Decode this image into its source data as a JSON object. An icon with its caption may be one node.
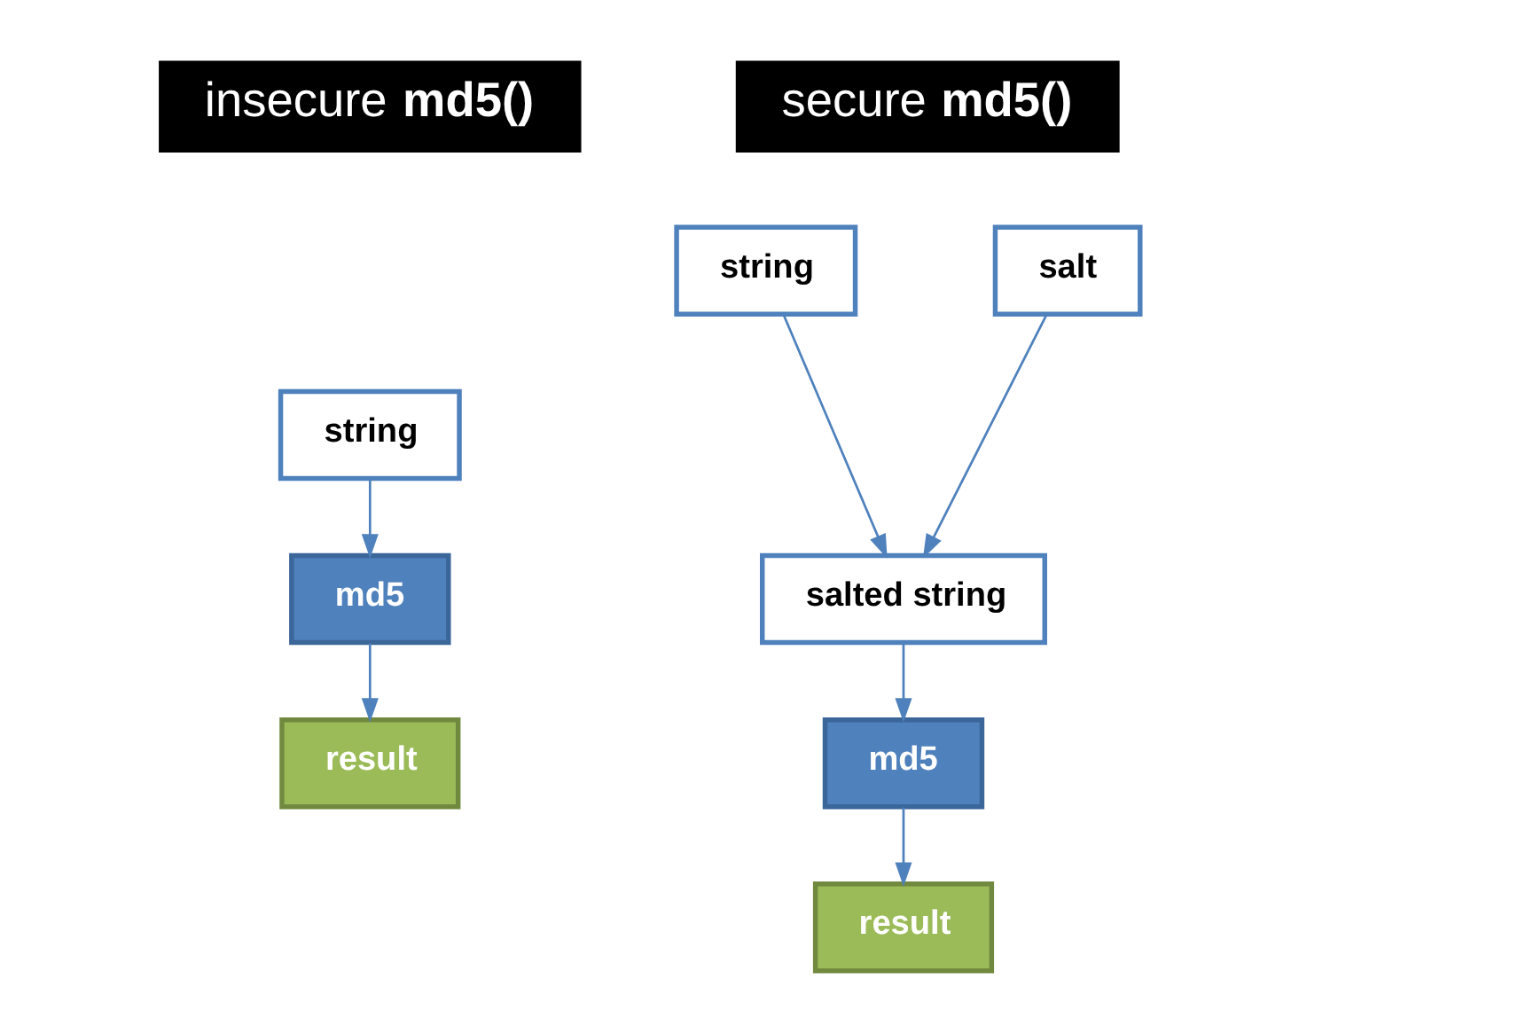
{
  "diagram": {
    "nodes": [
      {
        "text": [
          "insecure **md5()**"
        ]
      },
      {
        "text": [
          "string"
        ]
      },
      {
        "text": [
          "md5"
        ]
      },
      {
        "text": [
          "result"
        ]
      },
      {
        "text": [
          "secure **md5()**"
        ]
      },
      {
        "text": [
          "string"
        ]
      },
      {
        "text": [
          "salt"
        ]
      },
      {
        "text": [
          "salted string"
        ]
      },
      {
        "text": [
          "md5"
        ]
      },
      {
        "text": [
          "result"
        ]
      }
    ],
    "edges": [
      {
        "from": 1,
        "to": 2,
        "arrow": "to"
      },
      {
        "from": 2,
        "to": 3,
        "arrow": "to"
      },
      {
        "from": 5,
        "to": 7,
        "arrow": "to"
      },
      {
        "from": 6,
        "to": 7,
        "arrow": "to"
      },
      {
        "from": 7,
        "to": 8,
        "arrow": "to"
      },
      {
        "from": 8,
        "to": 9,
        "arrow": "to"
      }
    ]
  }
}
